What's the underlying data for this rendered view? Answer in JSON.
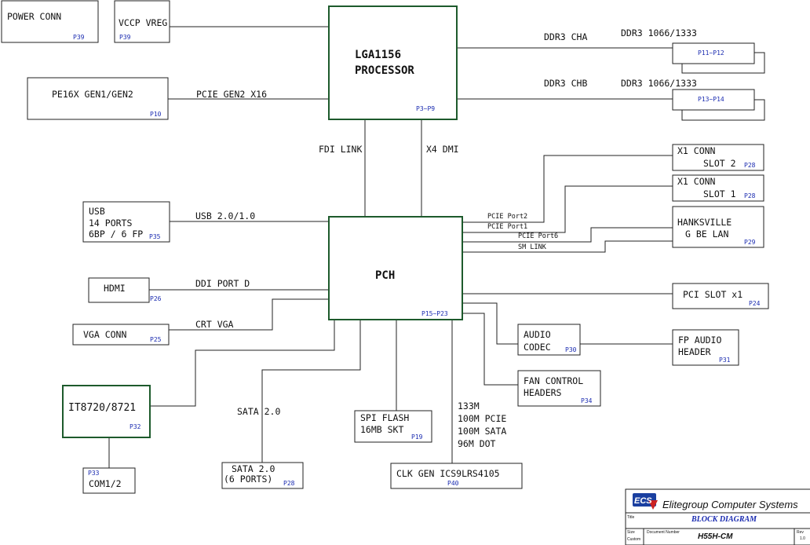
{
  "blocks": {
    "power_conn": {
      "label": "POWER CONN",
      "page": "P39"
    },
    "vccp_vreg": {
      "label": "VCCP VREG",
      "page": "P39"
    },
    "cpu": {
      "line1": "LGA1156",
      "line2": "PROCESSOR",
      "page": "P3~P9"
    },
    "pe16x": {
      "label": "PE16X GEN1/GEN2",
      "page": "P10"
    },
    "dimm_a": {
      "page": "P11~P12"
    },
    "dimm_b": {
      "page": "P13~P14"
    },
    "x1_slot2": {
      "line1": "X1 CONN",
      "line2": "SLOT 2",
      "page": "P28"
    },
    "x1_slot1": {
      "line1": "X1 CONN",
      "line2": "SLOT 1",
      "page": "P28"
    },
    "usb": {
      "line1": "USB",
      "line2": "14 PORTS",
      "line3": "6BP / 6 FP",
      "page": "P35"
    },
    "hanksville": {
      "line1": "HANKSVILLE",
      "line2": "G BE LAN",
      "page": "P29"
    },
    "pch": {
      "label": "PCH",
      "page": "P15~P23"
    },
    "hdmi": {
      "label": "HDMI",
      "page": "P26"
    },
    "pci_slot": {
      "label": "PCI SLOT x1",
      "page": "P24"
    },
    "vga": {
      "label": "VGA CONN",
      "page": "P25"
    },
    "audio_codec": {
      "line1": "AUDIO",
      "line2": "CODEC",
      "page": "P30"
    },
    "fp_audio": {
      "line1": "FP AUDIO",
      "line2": "HEADER",
      "page": "P31"
    },
    "fan_control": {
      "line1": "FAN CONTROL",
      "line2": "HEADERS",
      "page": "P34"
    },
    "superio": {
      "label": "IT8720/8721",
      "page": "P32"
    },
    "spi_flash": {
      "line1": "SPI FLASH",
      "line2": "16MB SKT",
      "page": "P19"
    },
    "com": {
      "label": "COM1/2",
      "page": "P33"
    },
    "sata_ports": {
      "line1": "SATA 2.0",
      "line2": "(6 PORTS)",
      "page": "P28"
    },
    "clk_gen": {
      "label": "CLK GEN ICS9LRS4105",
      "page": "P40"
    }
  },
  "buses": {
    "ddr3_cha": "DDR3 CHA",
    "ddr3_chb": "DDR3 CHB",
    "ddr3_speed_a": "DDR3 1066/1333",
    "ddr3_speed_b": "DDR3 1066/1333",
    "pcie_gen2": "PCIE GEN2 X16",
    "fdi_link": "FDI LINK",
    "x4_dmi": "X4 DMI",
    "usb_bus": "USB 2.0/1.0",
    "pcie_port2": "PCIE Port2",
    "pcie_port1": "PCIE Port1",
    "pcie_port6": "PCIE Port6",
    "sm_link": "SM LINK",
    "ddi_port_d": "DDI PORT D",
    "crt_vga": "CRT VGA",
    "sata_bus": "SATA 2.0",
    "clk_lines": [
      "133M",
      "100M PCIE",
      "100M SATA",
      "96M DOT"
    ]
  },
  "title_block": {
    "logo": "ECS",
    "company": "Elitegroup Computer Systems",
    "title_label": "Title",
    "title": "BLOCK DIAGRAM",
    "size_label": "Size",
    "size_value": "Custom",
    "docnum_label": "Document Number",
    "doc_number": "H55H-CM",
    "rev_label": "Rev",
    "rev_value": "1.0"
  },
  "colors": {
    "chip_border": "#1d5a2c",
    "page_ref": "#1a2bb0",
    "logo_bg": "#1a3fa0"
  }
}
